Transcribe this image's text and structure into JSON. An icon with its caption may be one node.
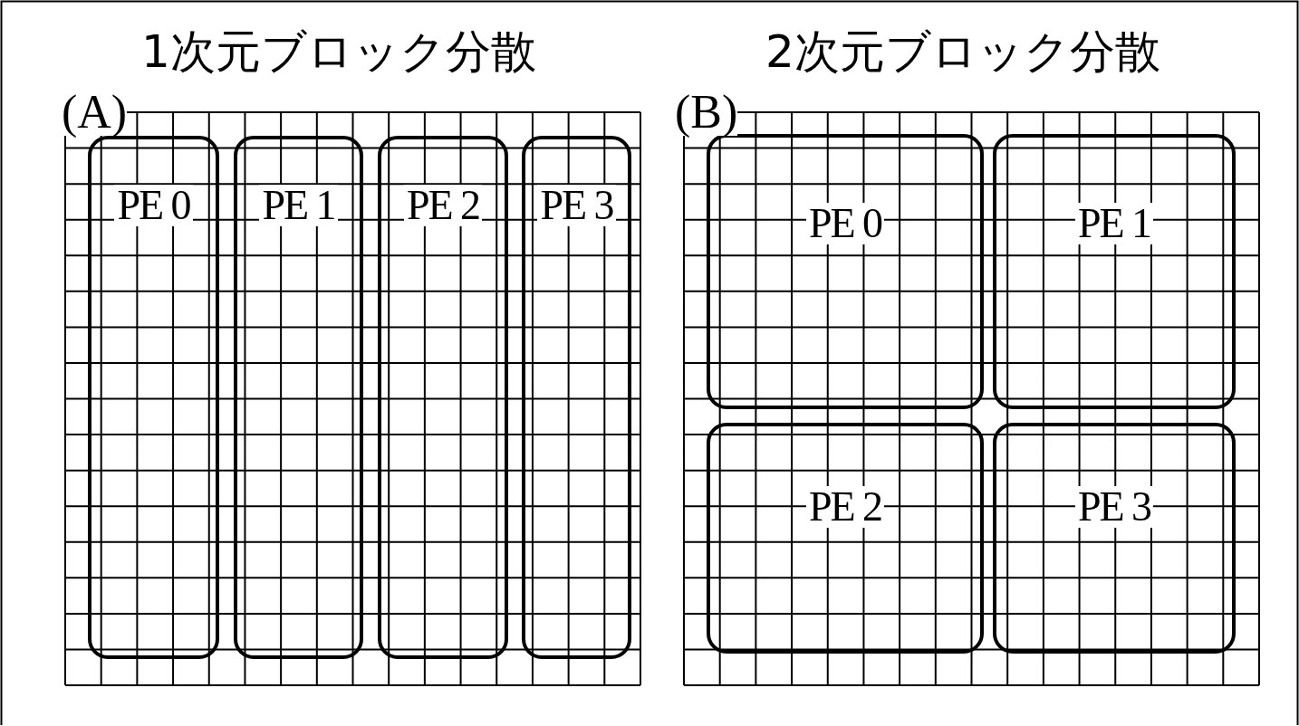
{
  "diagram": {
    "nodes": [
      {
        "text": [
          "PE 0"
        ]
      },
      {
        "text": [
          "PE 1"
        ]
      },
      {
        "text": [
          "PE 2"
        ]
      },
      {
        "text": [
          "PE 3"
        ]
      },
      {
        "text": [
          "PE 0"
        ]
      },
      {
        "text": [
          "PE 1"
        ]
      },
      {
        "text": [
          "PE 2"
        ]
      },
      {
        "text": [
          "PE 3"
        ]
      }
    ],
    "labels": [
      "(A)",
      "1次元ブロック分散",
      "(B)",
      "2次元ブロック分散"
    ]
  }
}
